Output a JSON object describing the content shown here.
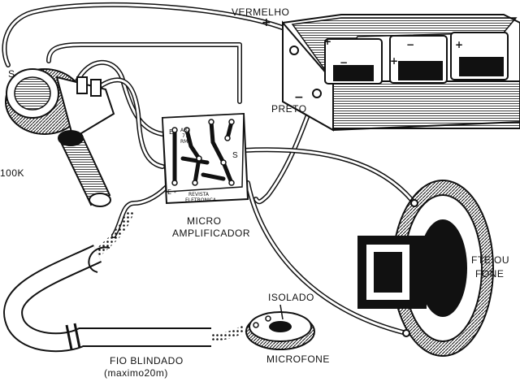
{
  "labels": {
    "vermelho": "VERMELHO",
    "preto": "PRETO",
    "pot_value": "100K",
    "s_top_left": "S",
    "s_pcb": "S",
    "micro": "MICRO",
    "amplificador": "AMPLIFICADOR",
    "fte_ou": "FTE OU",
    "fone": "FONE",
    "isolado": "ISOLADO",
    "microfone": "MICROFONE",
    "fio_blindado": "FIO BLINDADO",
    "maximo": "(maximo20m)"
  },
  "pcb_text": {
    "e_top": "E",
    "e_bottom": "E",
    "code1": "AB2",
    "code2": "77",
    "code3": "RM",
    "minus": "-",
    "brand1": "REVISTA",
    "brand2": "ELETRONICA"
  },
  "signs": {
    "battery_plus": "+",
    "battery_minus": "−",
    "cell_plus_1": "+",
    "cell_plus_2": "+",
    "cell_plus_3": "+",
    "cell_minus_1": "−",
    "cell_minus_2": "−",
    "cell_minus_3": "−"
  },
  "colors": {
    "ink": "#111111",
    "paper": "#ffffff"
  }
}
